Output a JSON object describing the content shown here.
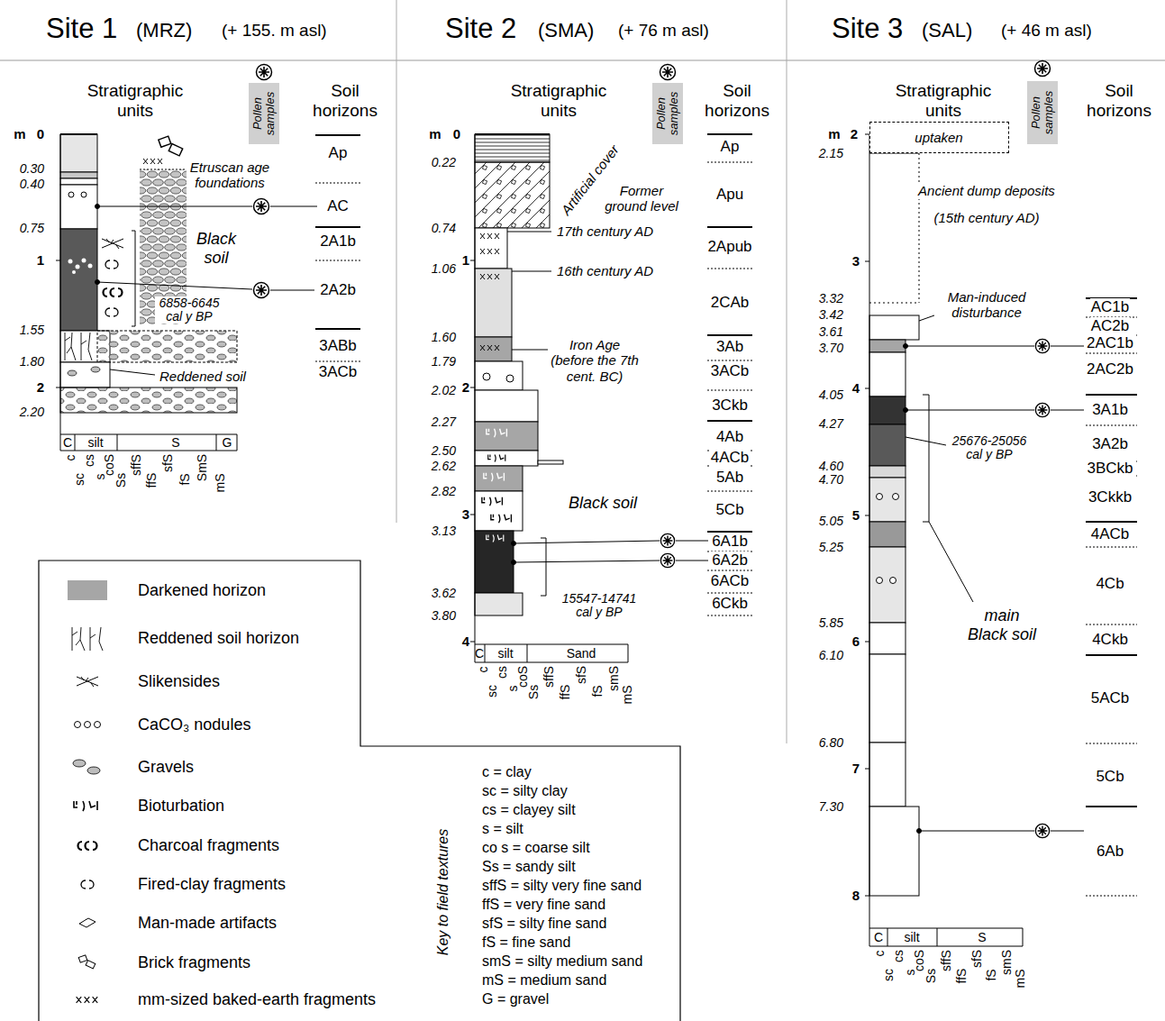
{
  "diagram": {
    "nodes": [
      {
        "text": [
          "Pollen samples"
        ]
      },
      {
        "text": [
          "Pollen samples"
        ]
      },
      {
        "text": [
          "Pollen samples"
        ]
      },
      {
        "text": [
          "uptaken"
        ]
      },
      {
        "text": [
          "Key to field textures",
          "c = clay",
          "sc = silty clay",
          "cs = clayey silt",
          "s = silt",
          "co s = coarse silt",
          "Ss = sandy silt",
          "sffS = silty very fine sand",
          "ffS = very fine sand",
          "sfS = silty fine sand",
          "fS = fine sand",
          "smS = silty medium sand",
          "mS = medium sand",
          "G = gravel"
        ]
      }
    ],
    "labels": [
      "Site 1",
      "(MRZ)",
      "(+ 155. m asl)",
      "Site 2",
      "(SMA)",
      "(+ 76 m asl)",
      "Site 3",
      "(SAL)",
      "(+ 46 m asl)",
      "Stratigraphic units",
      "Soil horizons",
      "Stratigraphic units",
      "Soil horizons",
      "Stratigraphic units",
      "Soil horizons",
      "m",
      "0",
      "0.30",
      "0.40",
      "0.75",
      "1",
      "1.55",
      "1.80",
      "2",
      "2.20",
      "Ap",
      "AC",
      "2A1b",
      "2A2b",
      "3ABb",
      "3ACb",
      "Etruscan age foundations",
      "Black soil",
      "6858-6645 cal y BP",
      "Reddened soil",
      "C",
      "silt",
      "S",
      "G",
      "c",
      "sc",
      "cs",
      "s",
      "coS",
      "Ss",
      "sffS",
      "ffS",
      "sfS",
      "fS",
      "SmS",
      "mS",
      "m",
      "0",
      "0.22",
      "0.74",
      "1.06",
      "1",
      "1.60",
      "1.79",
      "2.02",
      "2",
      "2.27",
      "2.50",
      "2.62",
      "2.82",
      "3",
      "3.13",
      "3.62",
      "3.80",
      "4",
      "Ap",
      "Apu",
      "2Apub",
      "2CAb",
      "3Ab",
      "3ACb",
      "3Ckb",
      "4Ab",
      "4ACb",
      "5Ab",
      "5Cb",
      "6A1b",
      "6A2b",
      "6ACb",
      "6Ckb",
      "Artificial cover",
      "Former ground level",
      "17th century AD",
      "16th century AD",
      "Iron Age (before the 7th cent. BC)",
      "Black soil",
      "15547-14741 cal y BP",
      "C",
      "silt",
      "Sand",
      "c",
      "sc",
      "cs",
      "s",
      "coS",
      "Ss",
      "sffS",
      "ffS",
      "sfS",
      "fS",
      "smS",
      "mS",
      "m",
      "2",
      "2.15",
      "3",
      "3.32",
      "3.42",
      "3.61",
      "3.70",
      "4.05",
      "4",
      "4.27",
      "4.60",
      "4.70",
      "5.05",
      "5",
      "5.25",
      "5.85",
      "6",
      "6.10",
      "6.80",
      "7",
      "7.30",
      "8",
      "AC1b",
      "AC2b",
      "2AC1b",
      "2AC2b",
      "3A1b",
      "3A2b",
      "3BCkb",
      "3Ckkb",
      "4ACb",
      "4Cb",
      "4Ckb",
      "5ACb",
      "5Cb",
      "6Ab",
      "Ancient dump deposits",
      "(15th century AD)",
      "Man-induced disturbance",
      "25676-25056 cal y BP",
      "main Black soil",
      "C",
      "silt",
      "S",
      "c",
      "sc",
      "cs",
      "s",
      "coS",
      "Ss",
      "sffS",
      "ffS",
      "sfS",
      "fS",
      "smS",
      "mS"
    ],
    "legend": [
      {
        "text": "Darkened horizon",
        "color": "#a6a6a6"
      },
      {
        "text": "Reddened soil horizon"
      },
      {
        "text": "Slikensides"
      },
      {
        "text": "CaCO₃ nodules"
      },
      {
        "text": "Gravels"
      },
      {
        "text": "Bioturbation"
      },
      {
        "text": "Charcoal fragments"
      },
      {
        "text": "Fired-clay fragments"
      },
      {
        "text": "Man-made artifacts"
      },
      {
        "text": "Brick fragments"
      },
      {
        "text": "mm-sized baked-earth fragments"
      }
    ]
  }
}
